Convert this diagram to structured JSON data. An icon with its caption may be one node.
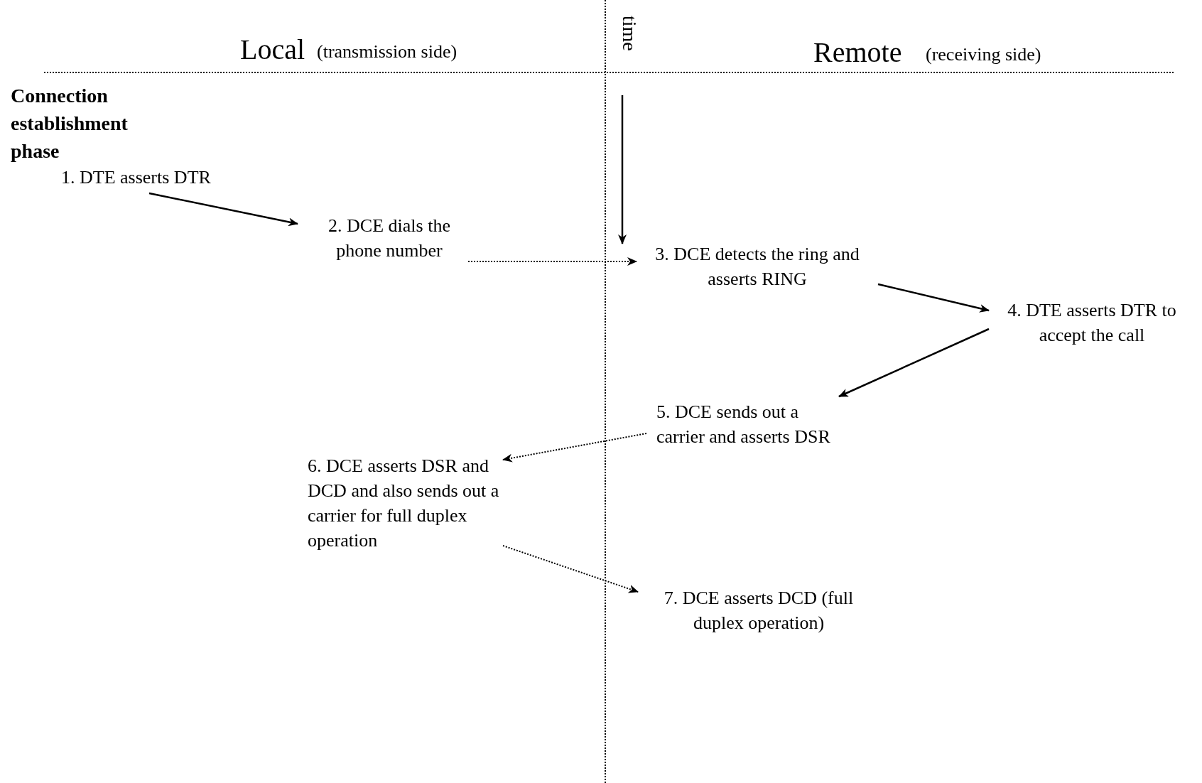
{
  "diagram": {
    "nodes": [
      {
        "text": [
          "1. DTE asserts DTR"
        ]
      },
      {
        "text": [
          "2. DCE dials the phone number"
        ]
      },
      {
        "text": [
          "3. DCE detects the ring and asserts RING"
        ]
      },
      {
        "text": [
          "4. DTE asserts DTR to accept the call"
        ]
      },
      {
        "text": [
          "5. DCE sends out a carrier and asserts DSR"
        ]
      },
      {
        "text": [
          "6. DCE asserts DSR and DCD and also sends out a carrier for full duplex operation"
        ]
      },
      {
        "text": [
          "7. DCE asserts DCD (full duplex operation)"
        ]
      }
    ],
    "edges": [
      {
        "from": 0,
        "to": 1,
        "arrow": "to"
      },
      {
        "from": 1,
        "to": 2,
        "arrow": "to",
        "style": "dashed"
      },
      {
        "from": 2,
        "to": 3,
        "arrow": "to"
      },
      {
        "from": 3,
        "to": 4,
        "arrow": "to"
      },
      {
        "from": 4,
        "to": 5,
        "arrow": "to",
        "style": "dashed"
      },
      {
        "from": 5,
        "to": 6,
        "arrow": "to",
        "style": "dashed"
      }
    ],
    "labels": [
      "Local",
      "(transmission side)",
      "time",
      "Remote",
      "(receiving side)",
      "Connection establishment phase"
    ]
  }
}
